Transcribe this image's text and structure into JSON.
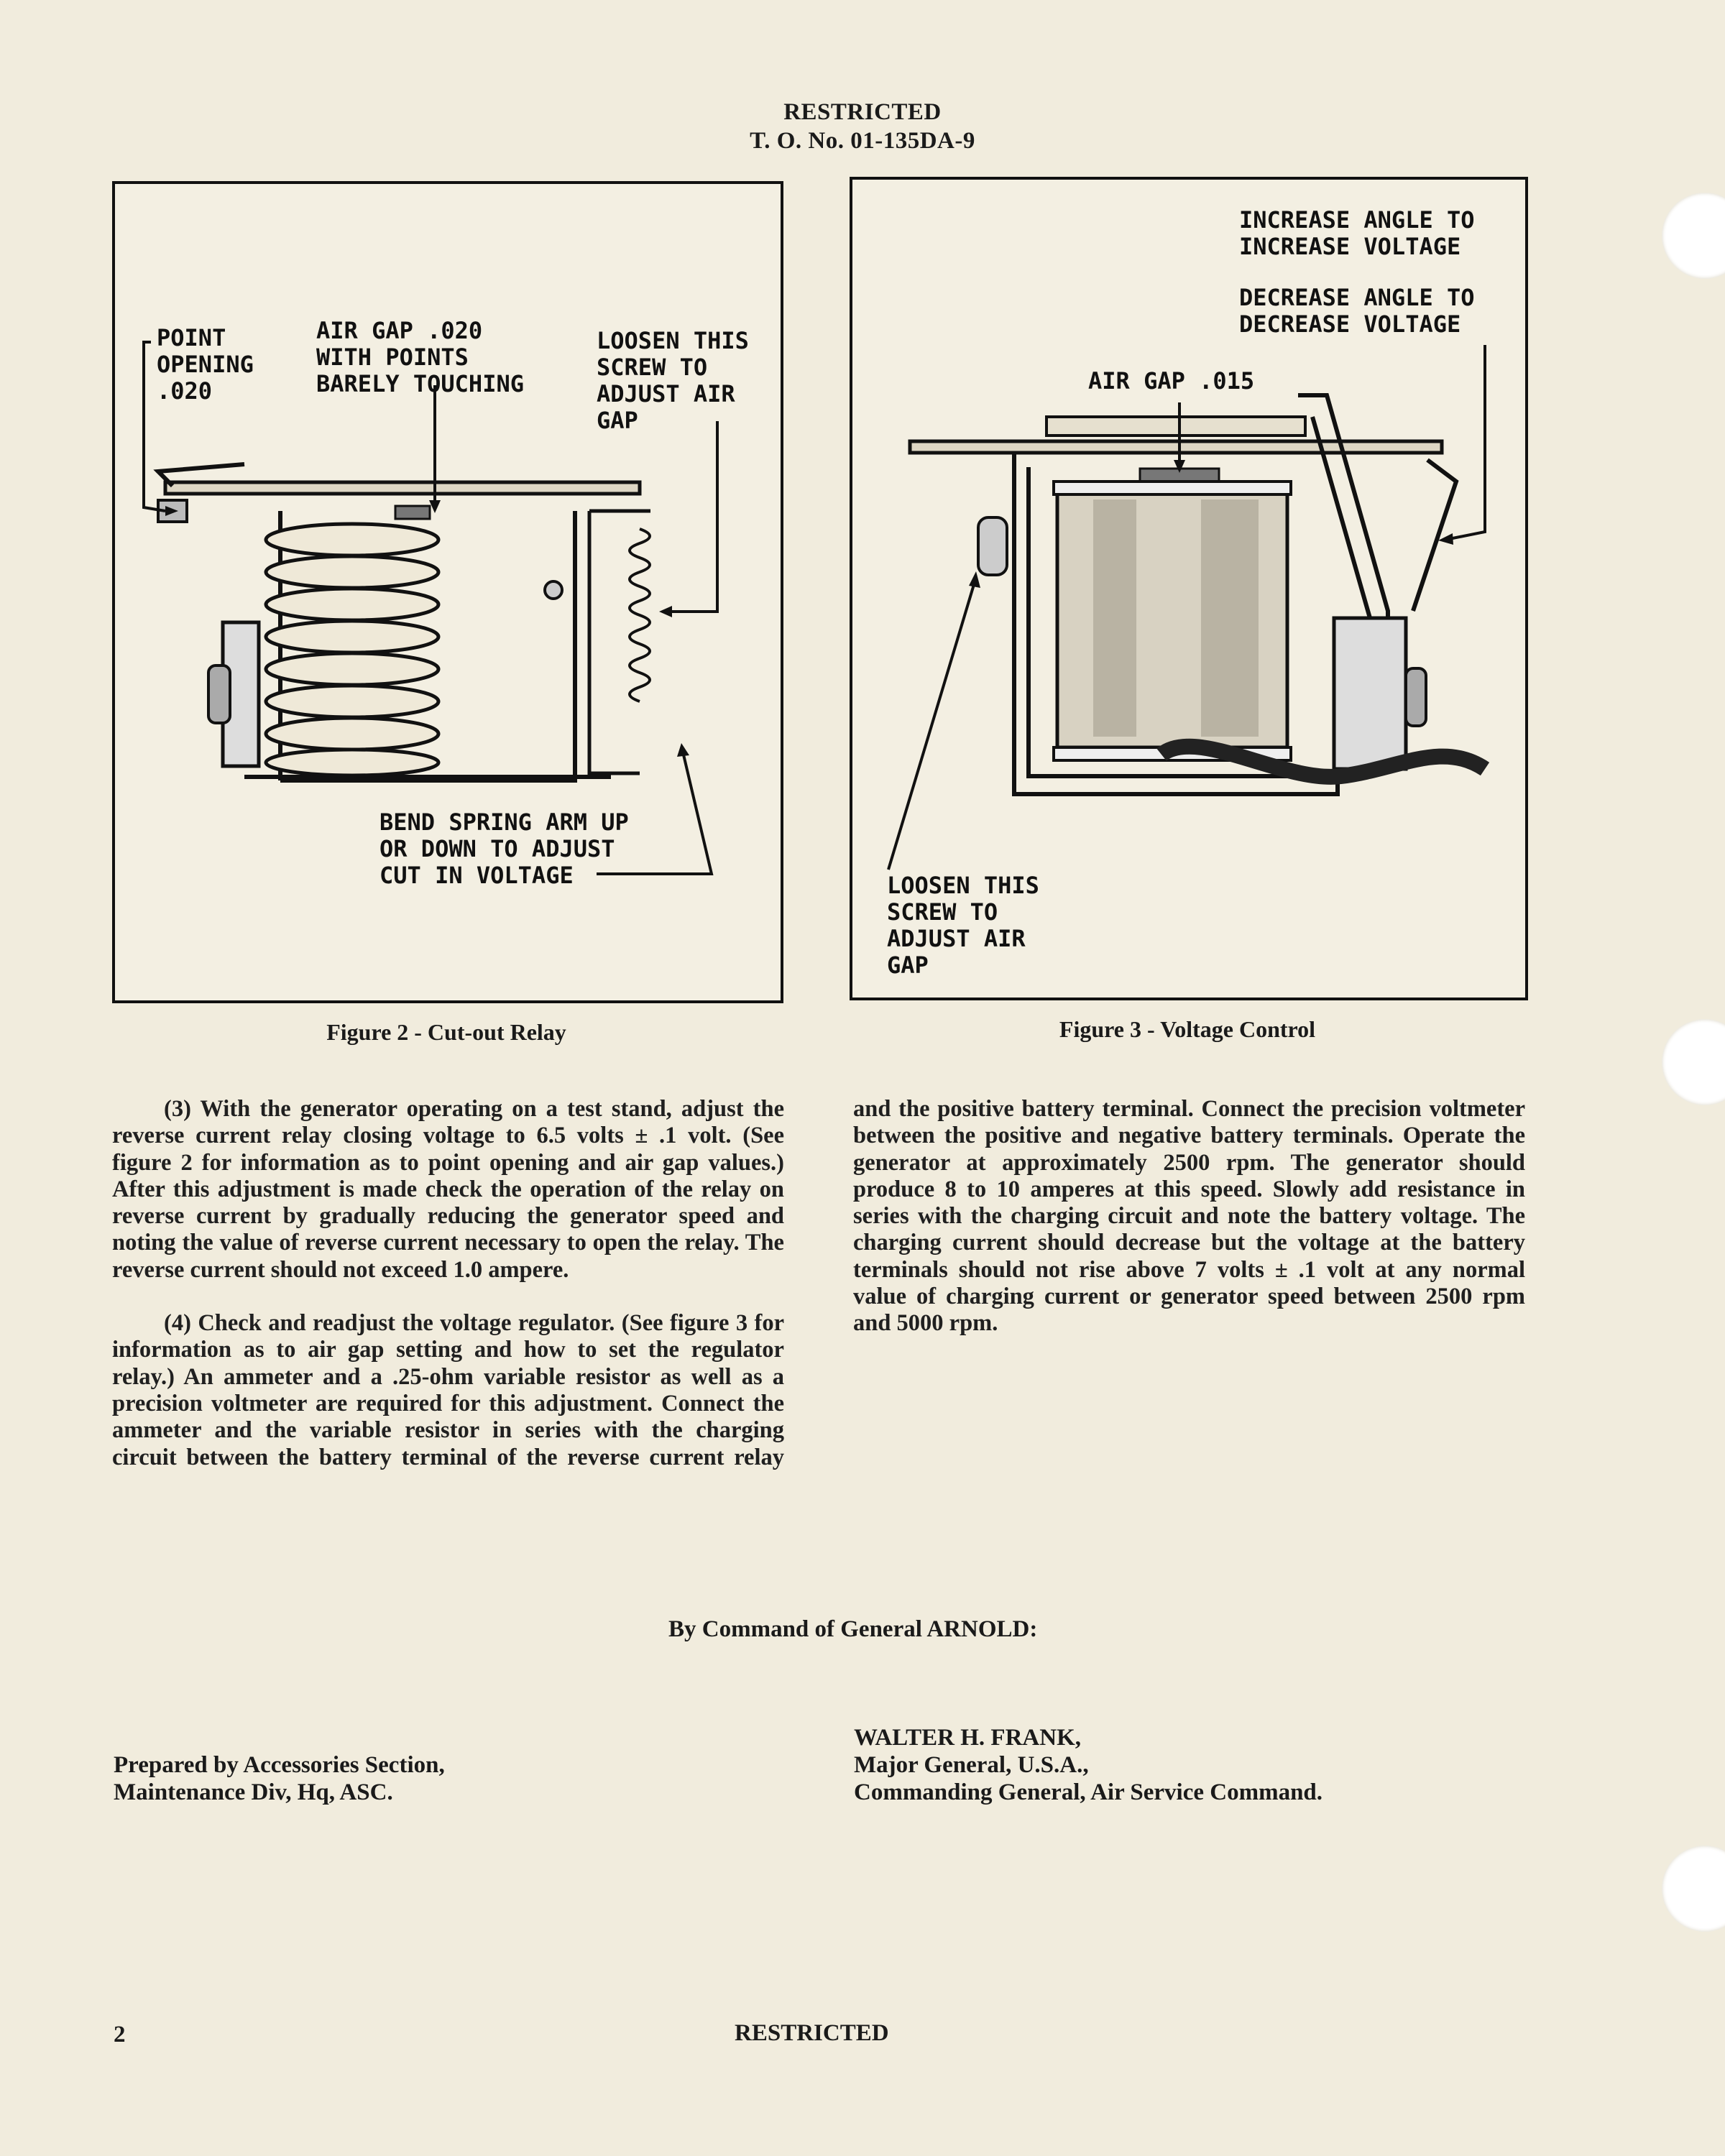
{
  "header": {
    "classification": "RESTRICTED",
    "to_number": "T. O. No. 01-135DA-9"
  },
  "figure2": {
    "caption": "Figure 2 - Cut-out Relay",
    "callouts": {
      "point_opening": "POINT\nOPENING\n.020",
      "air_gap": "AIR GAP .020\nWITH POINTS\nBARELY TOUCHING",
      "loosen_screw": "LOOSEN THIS\nSCREW TO\nADJUST AIR\nGAP",
      "bend_spring": "BEND SPRING ARM UP\nOR DOWN TO ADJUST\nCUT IN VOLTAGE"
    }
  },
  "figure3": {
    "caption": "Figure 3 - Voltage Control",
    "callouts": {
      "increase_angle": "INCREASE ANGLE TO\nINCREASE VOLTAGE",
      "decrease_angle": "DECREASE ANGLE TO\nDECREASE VOLTAGE",
      "air_gap": "AIR GAP .015",
      "loosen_screw": "LOOSEN THIS\nSCREW TO\nADJUST AIR\nGAP"
    }
  },
  "body": {
    "para3": "(3) With the generator operating on a test stand, adjust the reverse current relay closing voltage to 6.5 volts ± .1 volt. (See figure 2 for information as to point opening and air gap values.) After this adjustment is made check the operation of the relay on reverse current by gradually reducing the generator speed and noting the value of reverse current necessary to open the relay. The reverse current should not exceed 1.0 ampere.",
    "para4": "(4) Check and readjust the voltage regulator. (See figure 3 for information as to air gap setting and how to set the regulator relay.) An ammeter and a .25-ohm variable resistor as well as a precision voltmeter are required for this adjustment. Connect the ammeter and the variable resistor in series with the charging circuit between the battery terminal of the reverse current relay and the positive battery terminal. Connect the precision voltmeter between the positive and negative battery terminals. Operate the generator at approximately 2500 rpm. The generator should produce 8 to 10 amperes at this speed. Slowly add resistance in series with the charging circuit and note the battery voltage. The charging current should decrease but the voltage at the battery terminals should not rise above 7 volts ± .1 volt at any normal value of charging current or generator speed between 2500 rpm and 5000 rpm."
  },
  "command": {
    "by_command": "By Command of General ARNOLD:",
    "signer_name": "WALTER H. FRANK,",
    "signer_rank": "Major General, U.S.A.,",
    "signer_title": "Commanding General, Air Service Command.",
    "prepared_line1": "Prepared by Accessories Section,",
    "prepared_line2": "Maintenance Div, Hq, ASC."
  },
  "footer": {
    "page_number": "2",
    "classification": "RESTRICTED"
  }
}
